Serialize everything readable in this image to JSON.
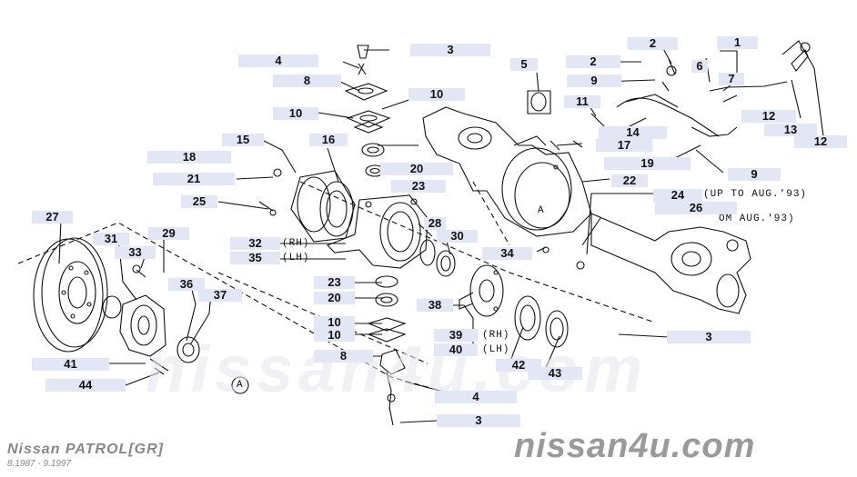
{
  "footer": {
    "model": "Nissan PATROL[GR]",
    "dates": "8.1987 - 9.1997"
  },
  "watermark": {
    "main": "nissan4u.com",
    "center": "nissan4u.com"
  },
  "notes": {
    "up_to": "(UP TO AUG.'93)",
    "from": "OM AUG.'93)",
    "rh_upper": "(RH)",
    "lh_upper": "(LH)",
    "rh_lower": "(RH)",
    "lh_lower": "(LH)",
    "circle_a": "A",
    "axle_a": "A"
  },
  "callouts": [
    {
      "id": "c3a",
      "label": "3"
    },
    {
      "id": "c4a",
      "label": "4"
    },
    {
      "id": "c8a",
      "label": "8"
    },
    {
      "id": "c10a",
      "label": "10"
    },
    {
      "id": "c10b",
      "label": "10"
    },
    {
      "id": "c5",
      "label": "5"
    },
    {
      "id": "c2a",
      "label": "2"
    },
    {
      "id": "c1",
      "label": "1"
    },
    {
      "id": "c6",
      "label": "6"
    },
    {
      "id": "c7",
      "label": "7"
    },
    {
      "id": "c2b",
      "label": "2"
    },
    {
      "id": "c9a",
      "label": "9"
    },
    {
      "id": "c11",
      "label": "11"
    },
    {
      "id": "c12a",
      "label": "12"
    },
    {
      "id": "c13",
      "label": "13"
    },
    {
      "id": "c12b",
      "label": "12"
    },
    {
      "id": "c14",
      "label": "14"
    },
    {
      "id": "c17",
      "label": "17"
    },
    {
      "id": "c15",
      "label": "15"
    },
    {
      "id": "c16",
      "label": "16"
    },
    {
      "id": "c18",
      "label": "18"
    },
    {
      "id": "c19",
      "label": "19"
    },
    {
      "id": "c20a",
      "label": "20"
    },
    {
      "id": "c9b",
      "label": "9"
    },
    {
      "id": "c21",
      "label": "21"
    },
    {
      "id": "c23a",
      "label": "23"
    },
    {
      "id": "c22",
      "label": "22"
    },
    {
      "id": "c25",
      "label": "25"
    },
    {
      "id": "c24",
      "label": "24"
    },
    {
      "id": "c26",
      "label": "26"
    },
    {
      "id": "c27",
      "label": "27"
    },
    {
      "id": "c28",
      "label": "28"
    },
    {
      "id": "c29",
      "label": "29"
    },
    {
      "id": "c30",
      "label": "30"
    },
    {
      "id": "c31",
      "label": "31"
    },
    {
      "id": "c33",
      "label": "33"
    },
    {
      "id": "c32",
      "label": "32"
    },
    {
      "id": "c35",
      "label": "35"
    },
    {
      "id": "c34",
      "label": "34"
    },
    {
      "id": "c36",
      "label": "36"
    },
    {
      "id": "c37",
      "label": "37"
    },
    {
      "id": "c23b",
      "label": "23"
    },
    {
      "id": "c20b",
      "label": "20"
    },
    {
      "id": "c38",
      "label": "38"
    },
    {
      "id": "c10c",
      "label": "10"
    },
    {
      "id": "c10d",
      "label": "10"
    },
    {
      "id": "c39",
      "label": "39"
    },
    {
      "id": "c40",
      "label": "40"
    },
    {
      "id": "c3b",
      "label": "3"
    },
    {
      "id": "c8b",
      "label": "8"
    },
    {
      "id": "c41",
      "label": "41"
    },
    {
      "id": "c42",
      "label": "42"
    },
    {
      "id": "c43",
      "label": "43"
    },
    {
      "id": "c44",
      "label": "44"
    },
    {
      "id": "c4b",
      "label": "4"
    },
    {
      "id": "c3c",
      "label": "3"
    }
  ]
}
